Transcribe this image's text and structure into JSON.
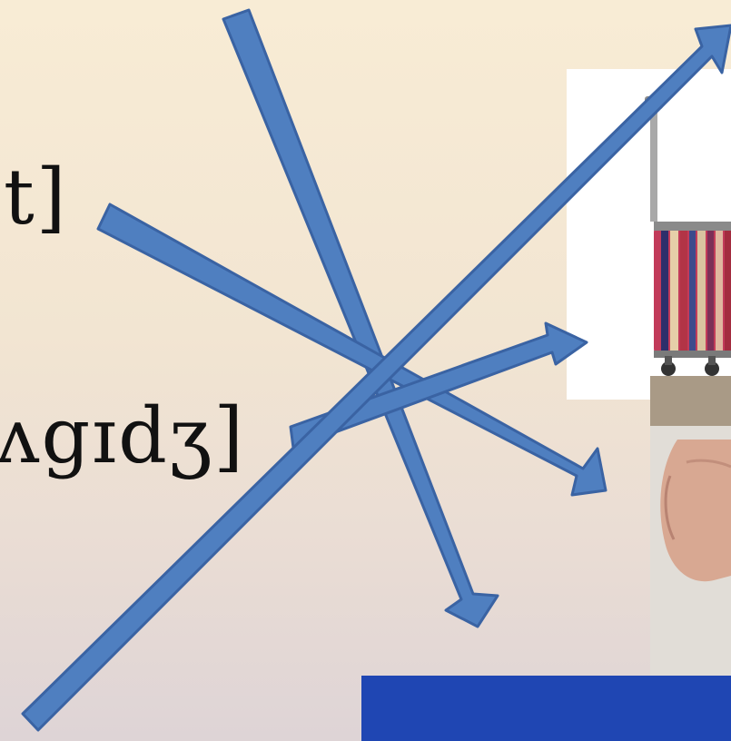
{
  "slide": {
    "text_lines": [
      "t]",
      "ʌgɪdʒ]"
    ]
  },
  "images": {
    "suitcase": "striped-suitcase-photo",
    "hand": "hand-photo"
  },
  "colors": {
    "background_top": "#f8ecd5",
    "background_bottom": "#ded4d6",
    "arrow_fill": "#4f7fc0",
    "arrow_stroke": "#3a63a3",
    "blue_box": "#1f46b3",
    "text": "#111111"
  }
}
